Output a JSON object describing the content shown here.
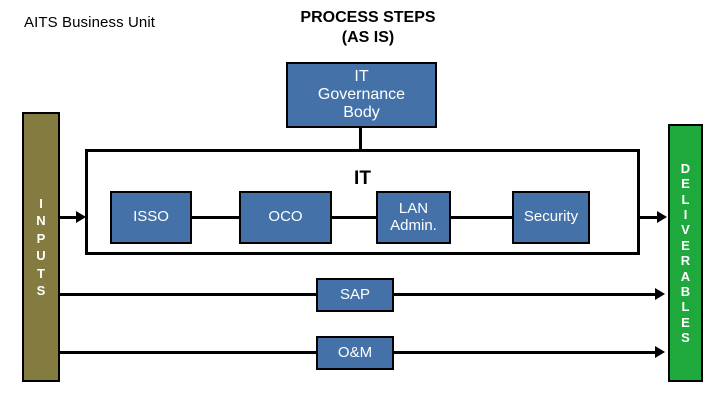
{
  "diagram": {
    "unit_label": "AITS Business Unit",
    "title_line_1": "PROCESS STEPS",
    "title_line_2": "(AS IS)",
    "colors": {
      "process_box_blue": "#4472A8",
      "inputs_olive": "#837B3F",
      "deliverables_green": "#1FA83C",
      "stroke_black": "#000000",
      "text_white": "#FFFFFF"
    },
    "inputs": {
      "label": "INPUTS",
      "letters": [
        "I",
        "N",
        "P",
        "U",
        "T",
        "S"
      ]
    },
    "deliverables": {
      "label": "DELIVERABLES",
      "letters": [
        "D",
        "E",
        "L",
        "I",
        "V",
        "E",
        "R",
        "A",
        "B",
        "L",
        "E",
        "S"
      ]
    },
    "governance": {
      "line_1": "IT",
      "line_2": "Governance",
      "line_3": "Body"
    },
    "it_group": {
      "title": "IT",
      "steps": [
        {
          "id": "isso",
          "label": "ISSO"
        },
        {
          "id": "oco",
          "label": "OCO"
        },
        {
          "id": "lan-admin",
          "label_line_1": "LAN",
          "label_line_2": "Admin."
        },
        {
          "id": "security",
          "label": "Security"
        }
      ]
    },
    "parallel_flows": [
      {
        "id": "sap",
        "label": "SAP"
      },
      {
        "id": "om",
        "label": "O&M"
      }
    ]
  }
}
